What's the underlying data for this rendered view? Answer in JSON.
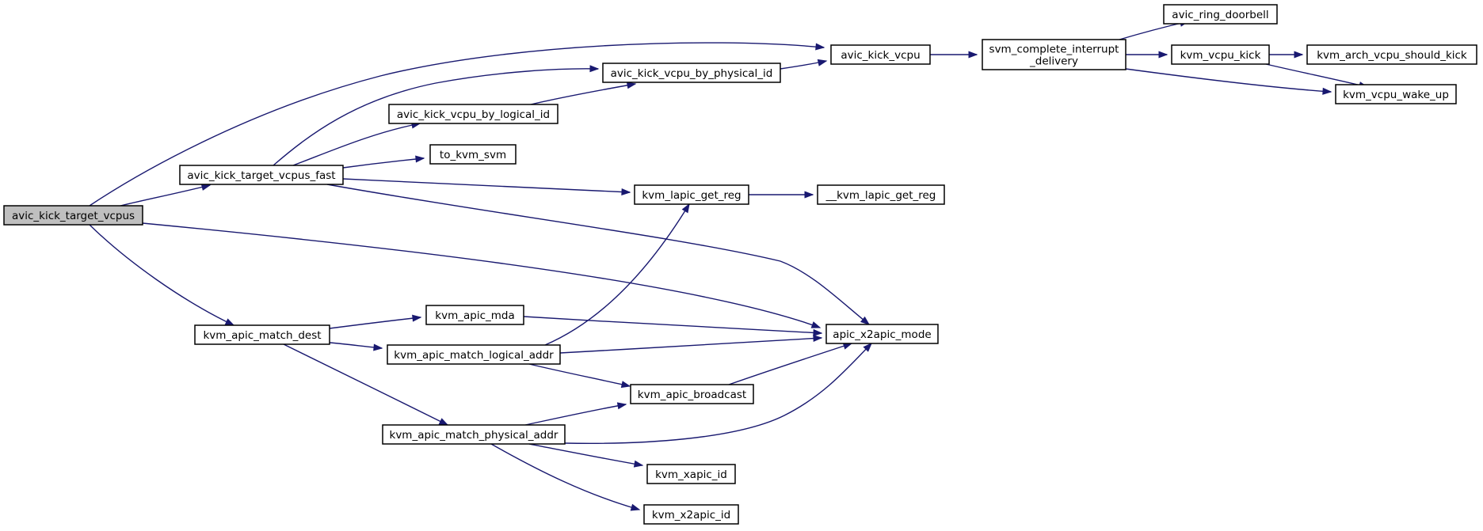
{
  "graph": {
    "colors": {
      "edge": "#191970",
      "node_fill": "#ffffff",
      "root_fill": "#bfbfbf",
      "border": "#000000"
    },
    "nodes": {
      "avic_kick_target_vcpus": {
        "lines": [
          "avic_kick_target_vcpus"
        ],
        "root": true
      },
      "avic_kick_target_vcpus_fast": {
        "lines": [
          "avic_kick_target_vcpus_fast"
        ]
      },
      "kvm_apic_match_dest": {
        "lines": [
          "kvm_apic_match_dest"
        ]
      },
      "avic_kick_vcpu": {
        "lines": [
          "avic_kick_vcpu"
        ]
      },
      "avic_kick_vcpu_by_physical_id": {
        "lines": [
          "avic_kick_vcpu_by_physical_id"
        ]
      },
      "avic_kick_vcpu_by_logical_id": {
        "lines": [
          "avic_kick_vcpu_by_logical_id"
        ]
      },
      "to_kvm_svm": {
        "lines": [
          "to_kvm_svm"
        ]
      },
      "kvm_lapic_get_reg": {
        "lines": [
          "kvm_lapic_get_reg"
        ]
      },
      "__kvm_lapic_get_reg": {
        "lines": [
          "__kvm_lapic_get_reg"
        ]
      },
      "svm_complete_interrupt_delivery": {
        "lines": [
          "svm_complete_interrupt",
          "_delivery"
        ]
      },
      "avic_ring_doorbell": {
        "lines": [
          "avic_ring_doorbell"
        ]
      },
      "kvm_vcpu_kick": {
        "lines": [
          "kvm_vcpu_kick"
        ]
      },
      "kvm_arch_vcpu_should_kick": {
        "lines": [
          "kvm_arch_vcpu_should_kick"
        ]
      },
      "kvm_vcpu_wake_up": {
        "lines": [
          "kvm_vcpu_wake_up"
        ]
      },
      "apic_x2apic_mode": {
        "lines": [
          "apic_x2apic_mode"
        ]
      },
      "kvm_apic_mda": {
        "lines": [
          "kvm_apic_mda"
        ]
      },
      "kvm_apic_match_logical_addr": {
        "lines": [
          "kvm_apic_match_logical_addr"
        ]
      },
      "kvm_apic_broadcast": {
        "lines": [
          "kvm_apic_broadcast"
        ]
      },
      "kvm_apic_match_physical_addr": {
        "lines": [
          "kvm_apic_match_physical_addr"
        ]
      },
      "kvm_xapic_id": {
        "lines": [
          "kvm_xapic_id"
        ]
      },
      "kvm_x2apic_id": {
        "lines": [
          "kvm_x2apic_id"
        ]
      }
    },
    "edges": [
      [
        "avic_kick_target_vcpus",
        "avic_kick_vcpu"
      ],
      [
        "avic_kick_target_vcpus",
        "avic_kick_target_vcpus_fast"
      ],
      [
        "avic_kick_target_vcpus",
        "apic_x2apic_mode"
      ],
      [
        "avic_kick_target_vcpus",
        "kvm_apic_match_dest"
      ],
      [
        "avic_kick_target_vcpus_fast",
        "avic_kick_vcpu_by_physical_id"
      ],
      [
        "avic_kick_target_vcpus_fast",
        "avic_kick_vcpu_by_logical_id"
      ],
      [
        "avic_kick_target_vcpus_fast",
        "to_kvm_svm"
      ],
      [
        "avic_kick_target_vcpus_fast",
        "kvm_lapic_get_reg"
      ],
      [
        "avic_kick_target_vcpus_fast",
        "apic_x2apic_mode"
      ],
      [
        "avic_kick_vcpu_by_logical_id",
        "avic_kick_vcpu_by_physical_id"
      ],
      [
        "avic_kick_vcpu_by_physical_id",
        "avic_kick_vcpu"
      ],
      [
        "avic_kick_vcpu",
        "svm_complete_interrupt_delivery"
      ],
      [
        "svm_complete_interrupt_delivery",
        "avic_ring_doorbell"
      ],
      [
        "svm_complete_interrupt_delivery",
        "kvm_vcpu_kick"
      ],
      [
        "svm_complete_interrupt_delivery",
        "kvm_vcpu_wake_up"
      ],
      [
        "kvm_vcpu_kick",
        "kvm_arch_vcpu_should_kick"
      ],
      [
        "kvm_vcpu_kick",
        "kvm_vcpu_wake_up"
      ],
      [
        "kvm_lapic_get_reg",
        "__kvm_lapic_get_reg"
      ],
      [
        "kvm_apic_match_dest",
        "kvm_apic_mda"
      ],
      [
        "kvm_apic_match_dest",
        "kvm_apic_match_logical_addr"
      ],
      [
        "kvm_apic_match_dest",
        "kvm_apic_match_physical_addr"
      ],
      [
        "kvm_apic_mda",
        "apic_x2apic_mode"
      ],
      [
        "kvm_apic_match_logical_addr",
        "kvm_lapic_get_reg"
      ],
      [
        "kvm_apic_match_logical_addr",
        "apic_x2apic_mode"
      ],
      [
        "kvm_apic_match_logical_addr",
        "kvm_apic_broadcast"
      ],
      [
        "kvm_apic_broadcast",
        "apic_x2apic_mode"
      ],
      [
        "kvm_apic_match_physical_addr",
        "kvm_apic_broadcast"
      ],
      [
        "kvm_apic_match_physical_addr",
        "apic_x2apic_mode"
      ],
      [
        "kvm_apic_match_physical_addr",
        "kvm_xapic_id"
      ],
      [
        "kvm_apic_match_physical_addr",
        "kvm_x2apic_id"
      ]
    ]
  }
}
